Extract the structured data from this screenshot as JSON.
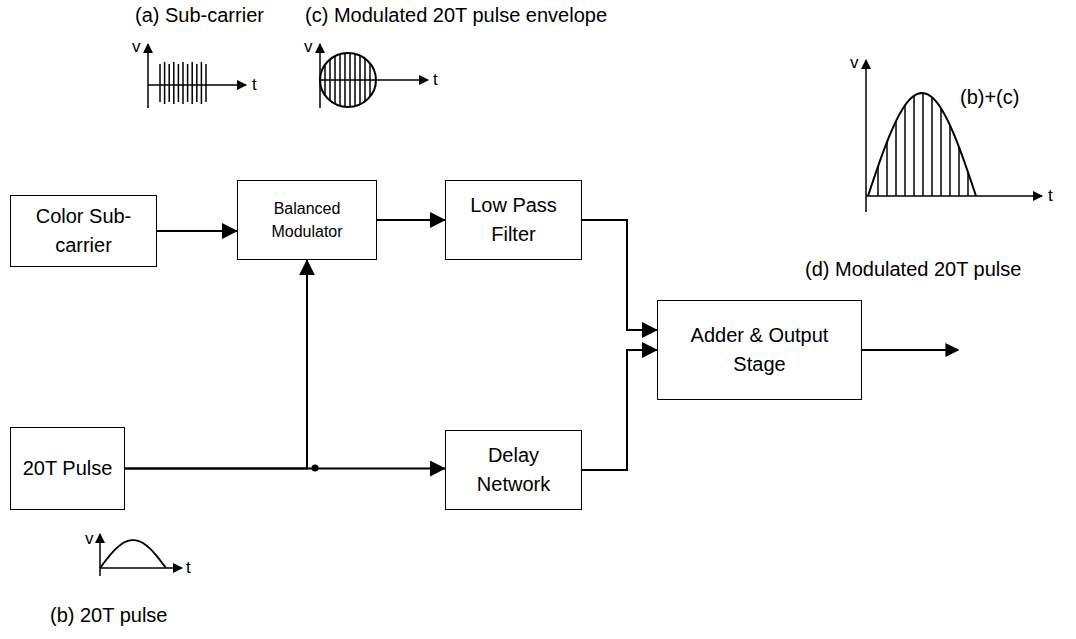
{
  "diagram": {
    "nodes": [
      {
        "text": [
          "Color Sub-carrier"
        ]
      },
      {
        "text": [
          "Balanced Modulator"
        ]
      },
      {
        "text": [
          "Low Pass Filter"
        ]
      },
      {
        "text": [
          "Adder & Output Stage"
        ]
      },
      {
        "text": [
          "20T Pulse"
        ]
      },
      {
        "text": [
          "Delay Network"
        ]
      }
    ],
    "edges": [
      {
        "from": 0,
        "to": 1,
        "arrow": "to"
      },
      {
        "from": 4,
        "to": 1,
        "arrow": "to"
      },
      {
        "from": 4,
        "to": 5,
        "arrow": "to"
      },
      {
        "from": 1,
        "to": 2,
        "arrow": "to"
      },
      {
        "from": 2,
        "to": 3,
        "arrow": "to"
      },
      {
        "from": 5,
        "to": 3,
        "arrow": "to"
      }
    ],
    "labels": [
      "(a) Sub-carrier",
      "v",
      "t",
      "(c) Modulated 20T pulse envelope",
      "v",
      "t",
      "v",
      "(b)+(c)",
      "t",
      "(d) Modulated 20T pulse",
      "v",
      "t",
      "(b) 20T pulse"
    ]
  }
}
